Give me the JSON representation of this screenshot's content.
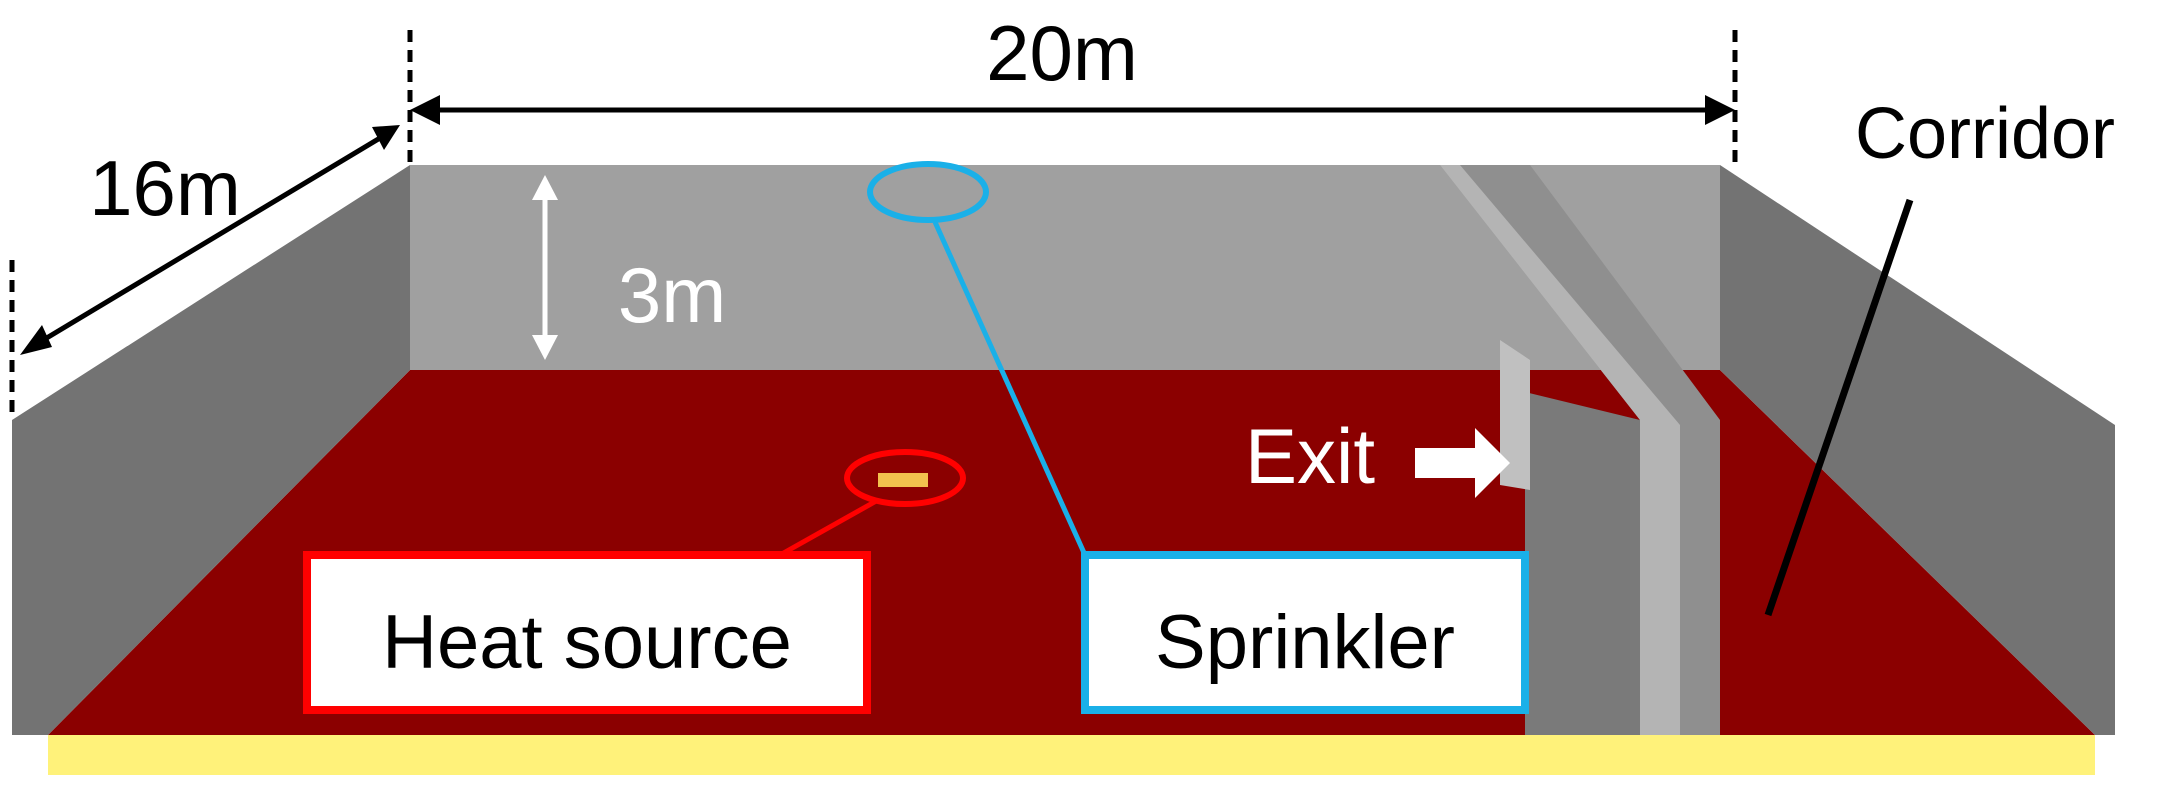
{
  "dimensions": {
    "width": "20m",
    "depth": "16m",
    "height": "3m"
  },
  "labels": {
    "corridor": "Corridor",
    "exit": "Exit",
    "heat_source": "Heat source",
    "sprinkler": "Sprinkler"
  },
  "colors": {
    "floor": "#8b0000",
    "back_wall": "#a0a0a0",
    "side_wall": "#737373",
    "partition": "#9a9a9a",
    "floor_edge": "#fff27a",
    "heat_source_marker": "#ff0000",
    "sprinkler_marker": "#1ab0e8",
    "heat_source_fill": "#f2c14e"
  }
}
